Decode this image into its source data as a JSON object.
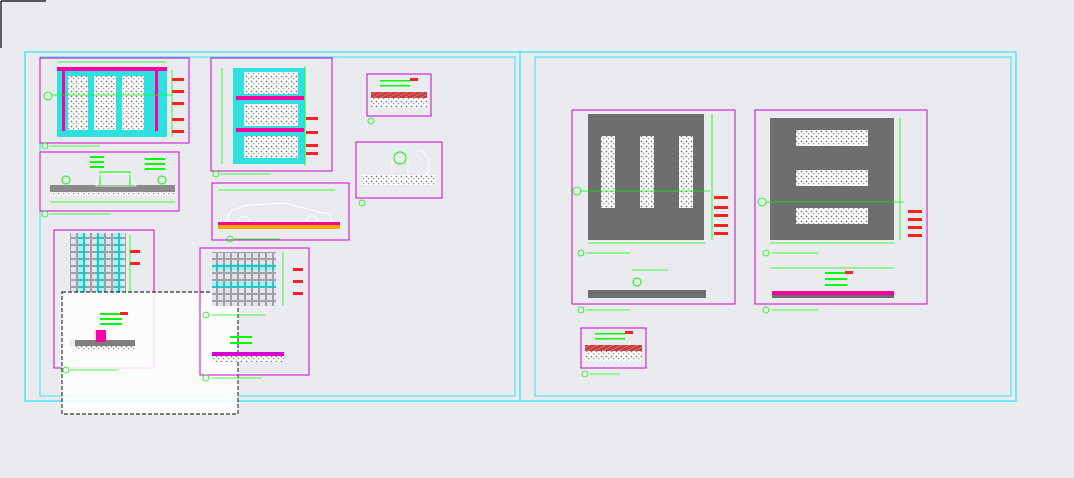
{
  "app": {
    "kind": "CAD drawing viewport"
  },
  "colors": {
    "background": "#e9ebee",
    "sheet_border": "#00e5ff",
    "detail_frame": "#d400d4",
    "dim_line": "#00ff00",
    "hatch": "#6e6e6e",
    "paver_fill": "#2fe0e0",
    "curb": "#ff00a0",
    "tag": "#ff2020",
    "selection": "#000000"
  },
  "sheets": [
    {
      "id": "sheet-left",
      "label": ""
    },
    {
      "id": "sheet-right",
      "label": ""
    }
  ],
  "details": [
    {
      "id": "1",
      "title_visible": "",
      "scale_visible": ""
    },
    {
      "id": "2",
      "title_visible": "",
      "scale_visible": ""
    },
    {
      "id": "3",
      "title_visible": "",
      "scale_visible": ""
    },
    {
      "id": "4",
      "title_visible": "",
      "scale_visible": ""
    },
    {
      "id": "5",
      "title_visible": "",
      "scale_visible": ""
    },
    {
      "id": "6",
      "title_visible": "",
      "scale_visible": ""
    },
    {
      "id": "7",
      "title_visible": "",
      "scale_visible": ""
    },
    {
      "id": "8",
      "title_visible": "",
      "scale_visible": ""
    },
    {
      "id": "9",
      "title_visible": "",
      "scale_visible": ""
    }
  ],
  "icons": {
    "ucs": "ucs-axis-icon"
  }
}
